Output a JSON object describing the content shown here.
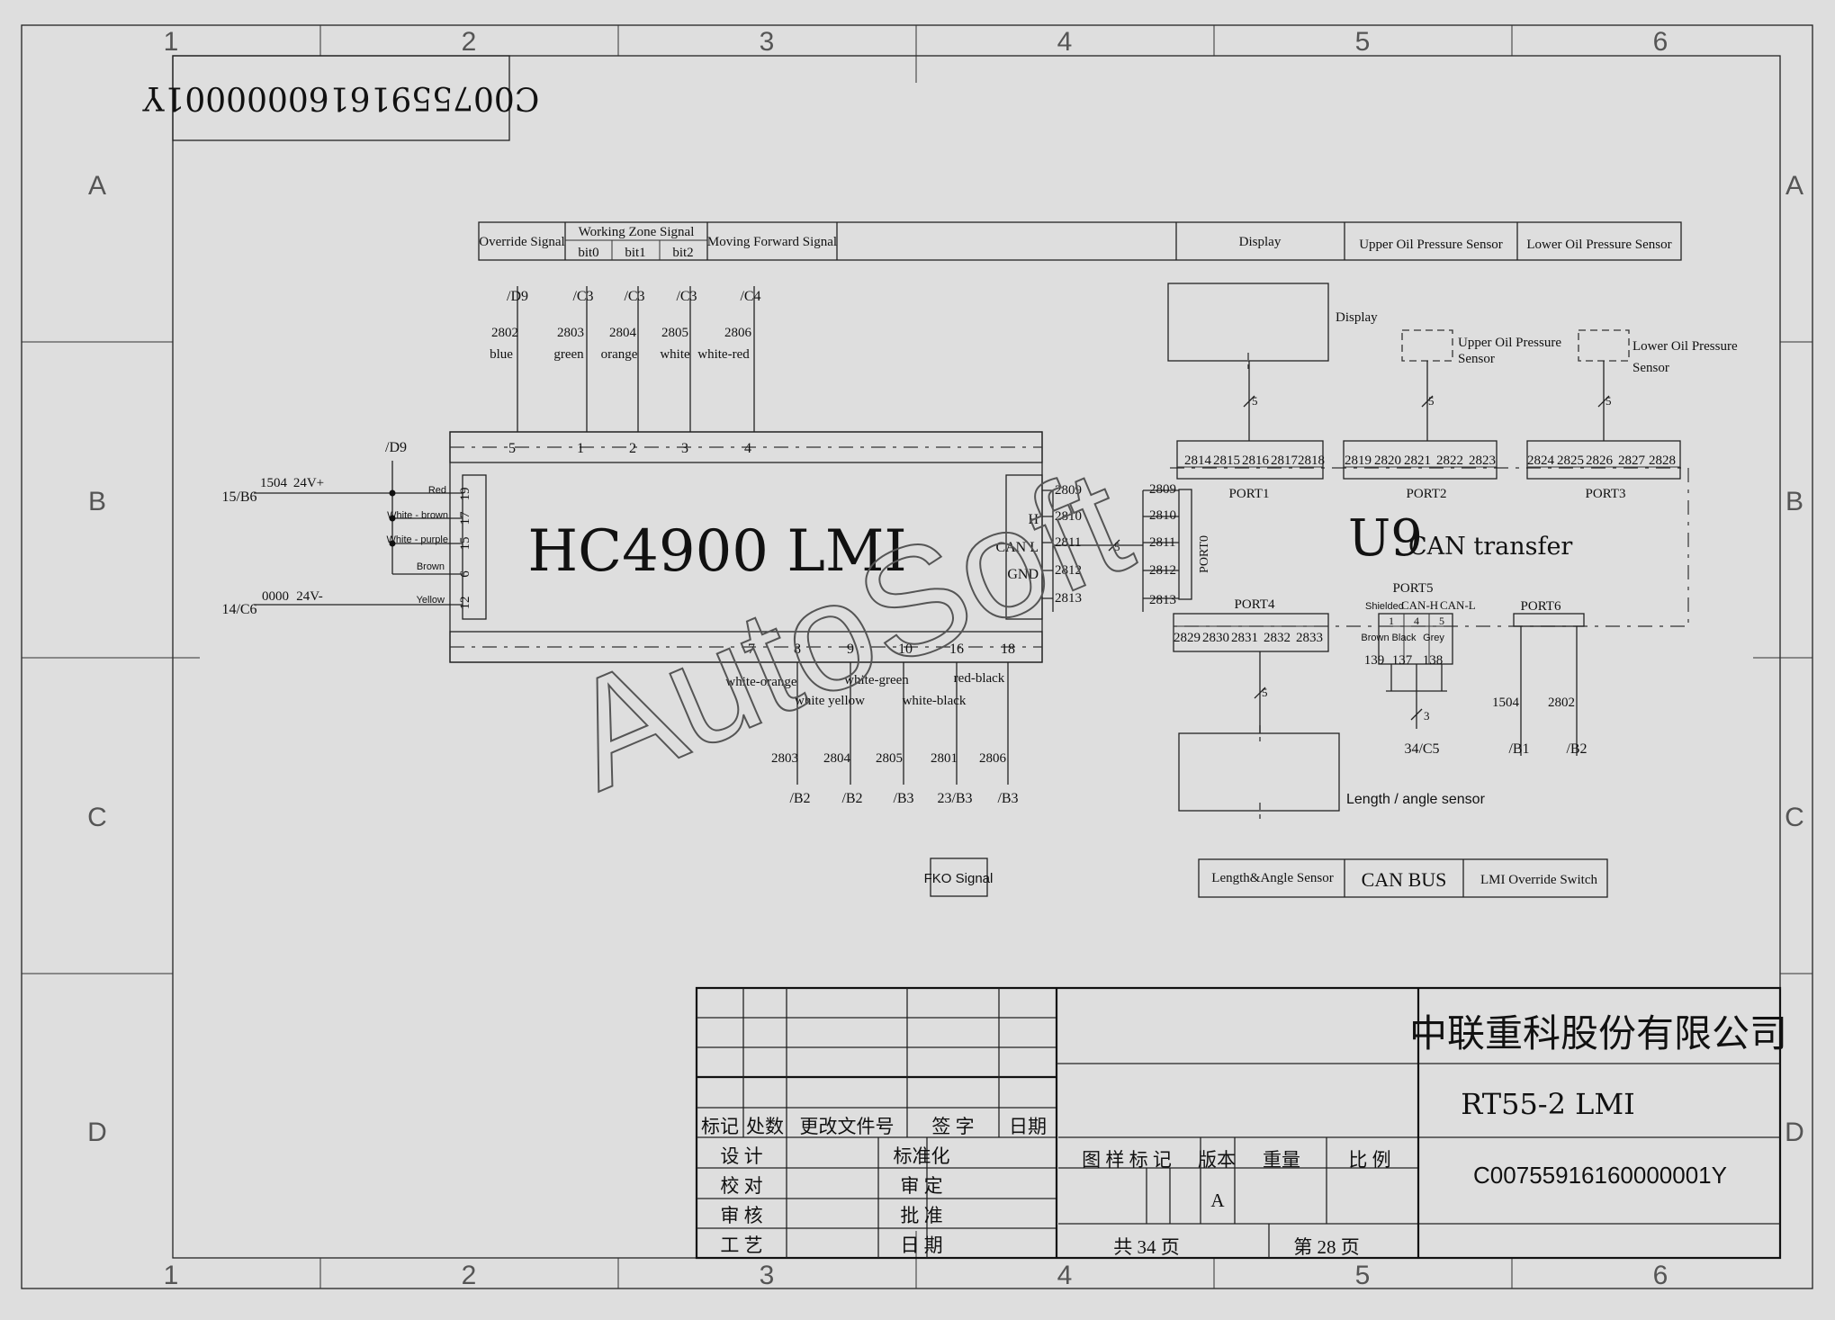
{
  "frame": {
    "columns": [
      "1",
      "2",
      "3",
      "4",
      "5",
      "6"
    ],
    "rows": [
      "A",
      "B",
      "C",
      "D"
    ]
  },
  "drawing_code_stamp": "C00755916160000001Y",
  "signal_bar": {
    "override": "Override Signal",
    "working_zone": "Working Zone Signal",
    "bits": [
      "bit0",
      "bit1",
      "bit2"
    ],
    "moving_forward": "Moving Forward Signal",
    "display": "Display",
    "upper_oil": "Upper Oil Pressure Sensor",
    "lower_oil": "Lower Oil Pressure Sensor"
  },
  "top_signals": [
    {
      "ref": "/D9",
      "wire": "2802",
      "color": "blue",
      "pin": "5"
    },
    {
      "ref": "/C3",
      "wire": "2803",
      "color": "green",
      "pin": "1"
    },
    {
      "ref": "/C3",
      "wire": "2804",
      "color": "orange",
      "pin": "2"
    },
    {
      "ref": "/C3",
      "wire": "2805",
      "color": "white",
      "pin": "3"
    },
    {
      "ref": "/C4",
      "wire": "2806",
      "color": "white-red",
      "pin": "4"
    }
  ],
  "lmi": {
    "title": "HC4900 LMI",
    "left_pins": [
      {
        "pin": "19",
        "color": "Red"
      },
      {
        "pin": "17",
        "color": "White - brown"
      },
      {
        "pin": "15",
        "color": "White - purple"
      },
      {
        "pin": "6",
        "color": "Brown"
      },
      {
        "pin": "12",
        "color": "Yellow"
      }
    ],
    "right_labels": [
      "H",
      "CAN L",
      "GND"
    ],
    "right_wires": [
      "2809",
      "2810",
      "2811",
      "2812",
      "2813"
    ],
    "bottom_pins": [
      "7",
      "8",
      "9",
      "10",
      "16",
      "18"
    ]
  },
  "power": {
    "top_ref": "/D9",
    "in_plus_ref": "15/B6",
    "in_plus_wire": "1504",
    "in_plus_voltage": "24V+",
    "in_minus_ref": "14/C6",
    "in_minus_wire": "0000",
    "in_minus_voltage": "24V-"
  },
  "bottom_signals": {
    "colors_upper": [
      "white-orange",
      "white-green",
      "red-black"
    ],
    "colors_lower": [
      "white yellow",
      "white-black"
    ],
    "wires": [
      "2803",
      "2804",
      "2805",
      "2801",
      "2806"
    ],
    "refs": [
      "/B2",
      "/B2",
      "/B3",
      "23/B3",
      "/B3"
    ]
  },
  "fko": "FKO Signal",
  "can_link": {
    "wires": [
      "2809",
      "2810",
      "2811",
      "2812",
      "2813"
    ],
    "count": "5",
    "port0": "PORT0"
  },
  "u9": {
    "big": "U9",
    "subtitle": "CAN transfer",
    "port1": {
      "name": "PORT1",
      "pins": [
        "2814",
        "2815",
        "2816",
        "2817",
        "2818"
      ]
    },
    "port2": {
      "name": "PORT2",
      "pins": [
        "2819",
        "2820",
        "2821",
        "2822",
        "2823"
      ]
    },
    "port3": {
      "name": "PORT3",
      "pins": [
        "2824",
        "2825",
        "2826",
        "2827",
        "2828"
      ]
    },
    "port4": {
      "name": "PORT4",
      "pins": [
        "2829",
        "2830",
        "2831",
        "2832",
        "2833"
      ]
    },
    "port5": {
      "name": "PORT5",
      "heads": [
        "Shielded",
        "CAN-H",
        "CAN-L"
      ],
      "pins": [
        "1",
        "4",
        "5"
      ],
      "colors": [
        "Brown",
        "Black",
        "Grey"
      ],
      "wires": [
        "139",
        "137",
        "138"
      ],
      "count": "3",
      "ref": "34/C5"
    },
    "port6": {
      "name": "PORT6",
      "wires": [
        "1504",
        "2802"
      ],
      "refs": [
        "/B1",
        "/B2"
      ]
    }
  },
  "devices": {
    "display": "Display",
    "upper_oil": [
      "Upper Oil Pressure",
      "Sensor"
    ],
    "lower_oil": [
      "Lower Oil Pressure",
      "Sensor"
    ],
    "length_angle": "Length / angle sensor",
    "conductor_count": "5"
  },
  "legend_bar": {
    "a": "Length&Angle Sensor",
    "b": "CAN BUS",
    "c": "LMI Override Switch"
  },
  "title_block": {
    "company": "中联重科股份有限公司",
    "drawing_name": "RT55-2 LMI",
    "drawing_code": "C00755916160000001Y",
    "rev_headers": [
      "标记",
      "处数",
      "更改文件号",
      "签 字",
      "日期"
    ],
    "left_roles": [
      "设 计",
      "校 对",
      "审 核",
      "工 艺"
    ],
    "mid_roles": [
      "标准化",
      "审 定",
      "批 准",
      "日 期"
    ],
    "doc_headers": [
      "图 样 标 记",
      "版本",
      "重量",
      "比 例"
    ],
    "version": "A",
    "total_label": "共  34  页",
    "page_label": "第  28  页"
  },
  "watermark": "AutoSoft"
}
